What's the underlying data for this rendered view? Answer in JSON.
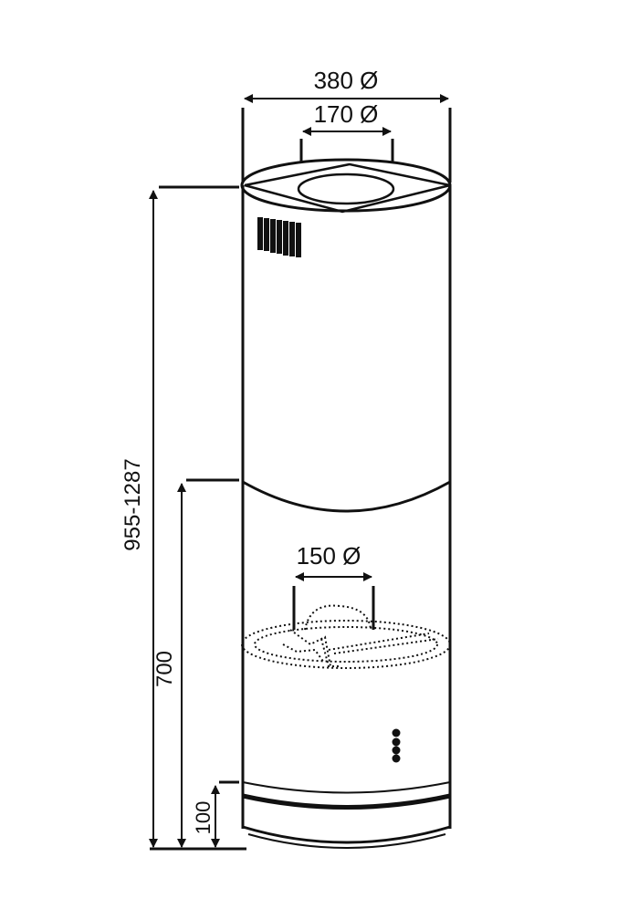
{
  "dimensions": {
    "outer_diameter": "380 Ø",
    "top_outlet_diameter": "170 Ø",
    "bottom_outlet_diameter": "150 Ø",
    "total_height": "955-1287",
    "lower_section_height": "700",
    "base_ring_height": "100"
  },
  "colors": {
    "stroke": "#111111",
    "background": "#ffffff"
  }
}
